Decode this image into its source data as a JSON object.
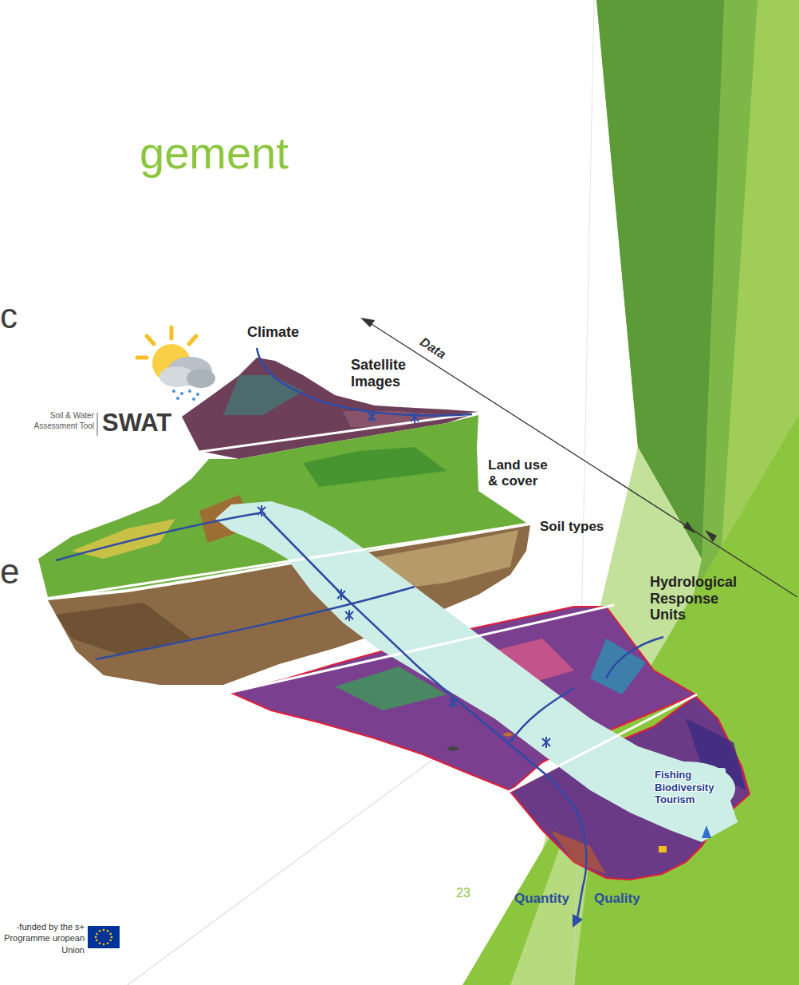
{
  "diagram": {
    "title": "gement",
    "labels": [
      "c",
      "e",
      "Climate",
      "Satellite Images",
      "Data",
      "Soil & Water Assessment Tool",
      "SWAT",
      "Land use & cover",
      "Soil types",
      "Hydrological Response Units",
      "Fishing Biodiversity Tourism",
      "Quantity",
      "Quality",
      "23",
      "-funded by the s+ Programme uropean Union"
    ]
  }
}
